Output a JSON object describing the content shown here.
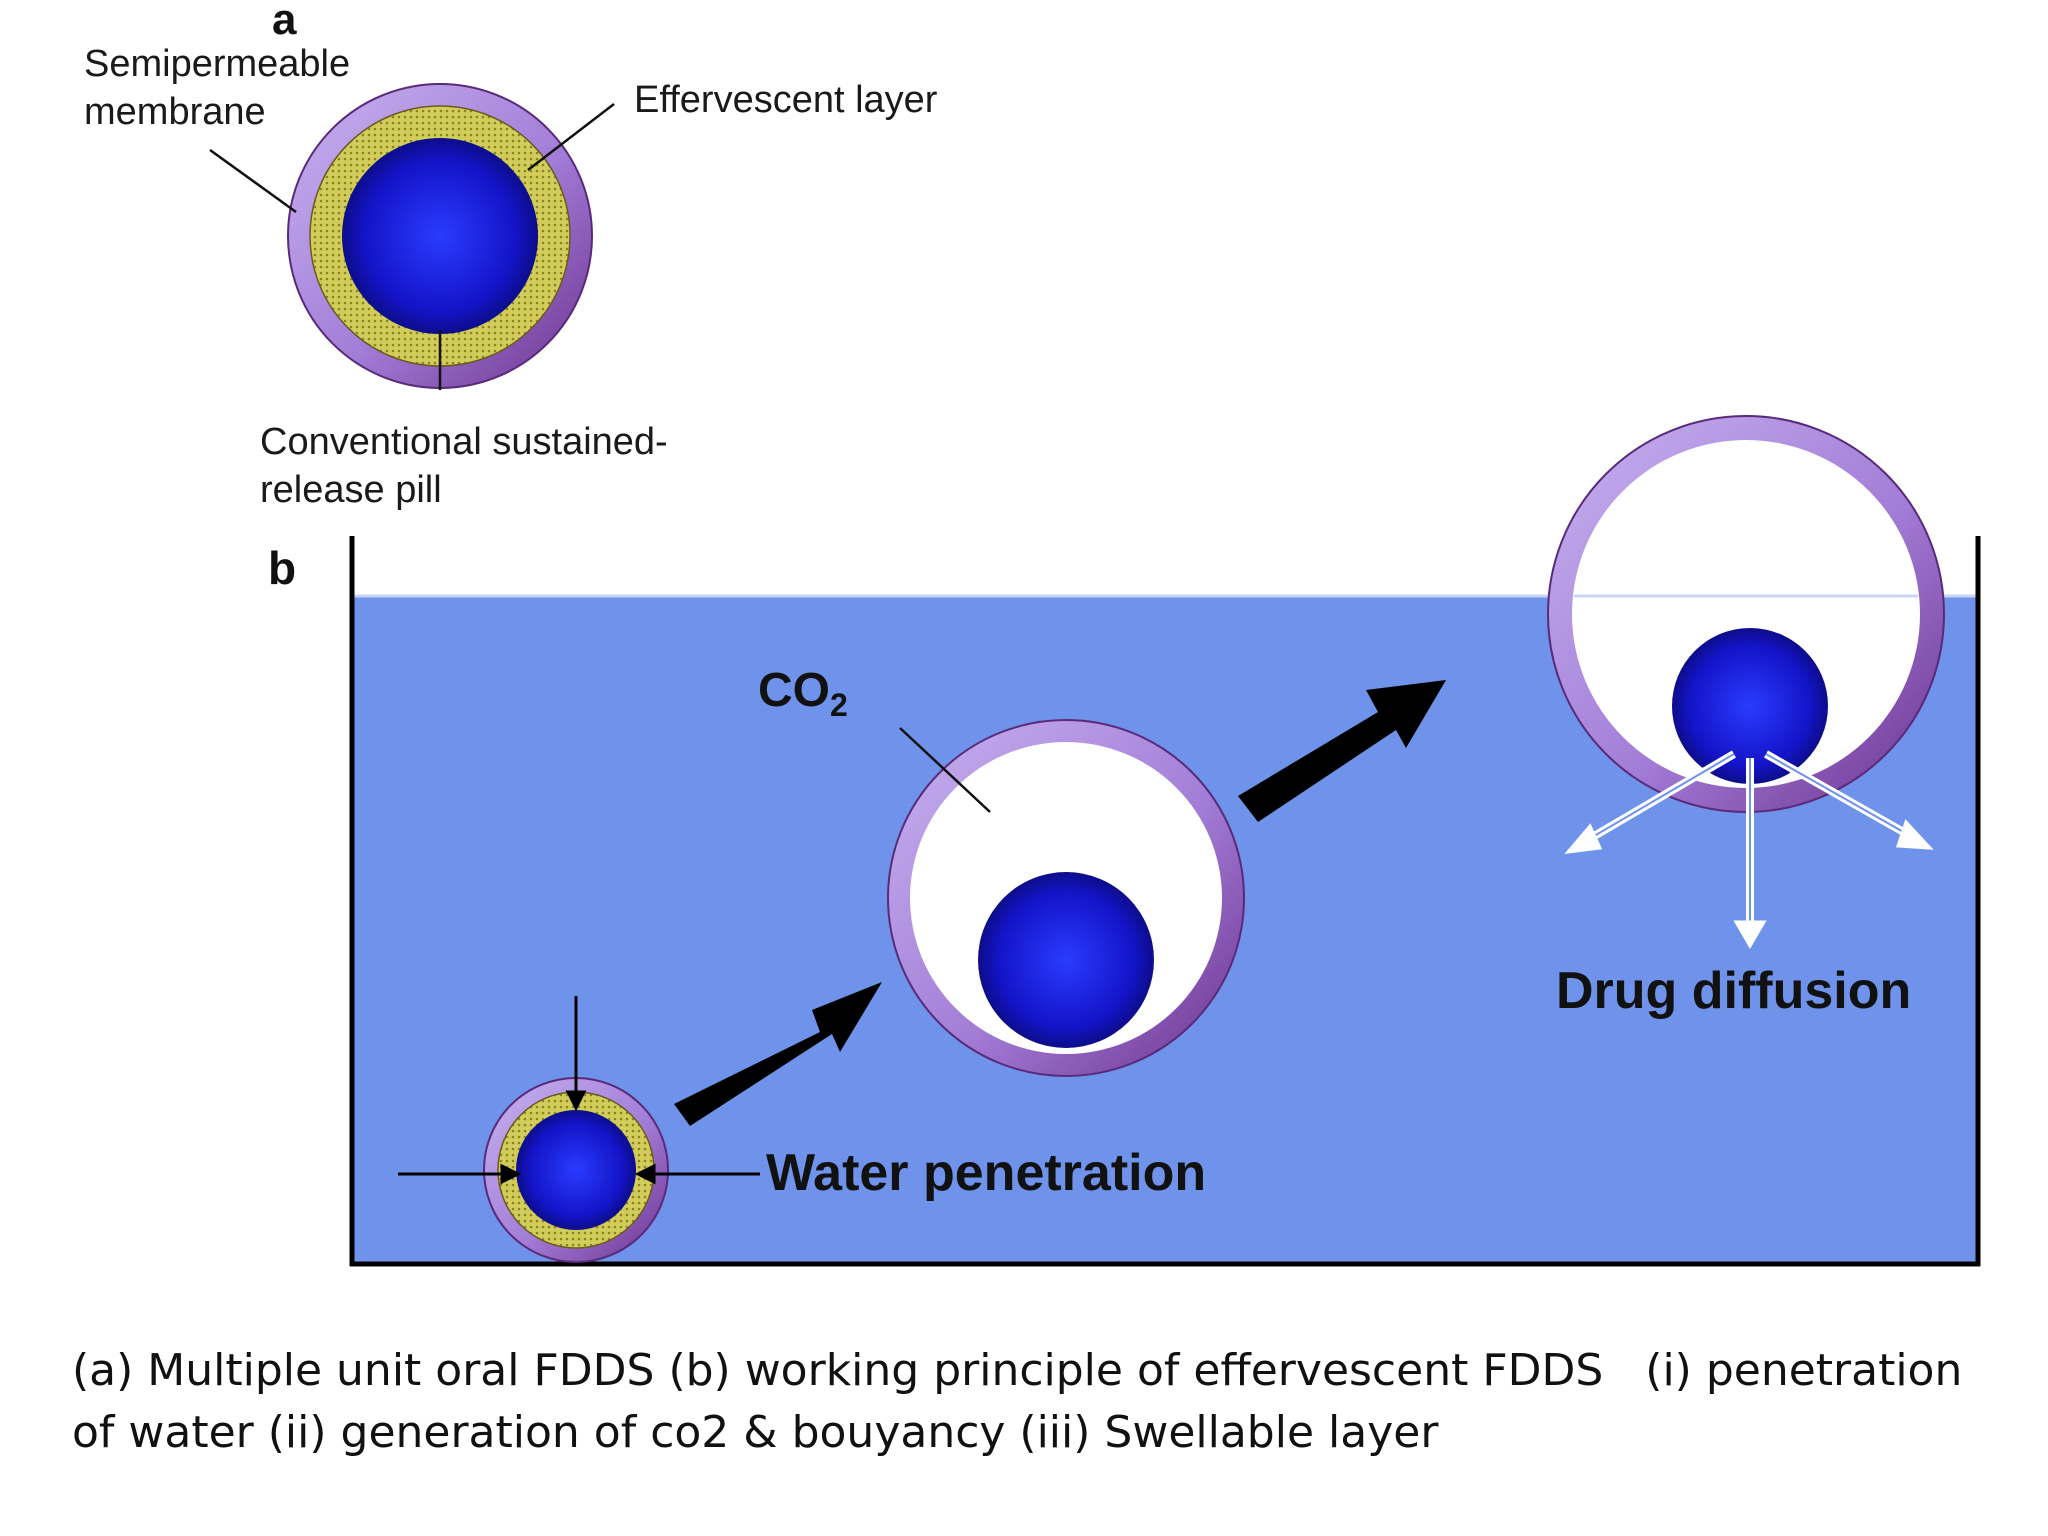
{
  "panels": {
    "a": "a",
    "b": "b"
  },
  "labels": {
    "semipermeable_line1": "Semipermeable",
    "semipermeable_line2": "membrane",
    "effervescent": "Effervescent layer",
    "pill_line1": "Conventional sustained-",
    "pill_line2": "release pill",
    "co2_main": "CO",
    "co2_sub": "2",
    "water": "Water penetration",
    "drug": "Drug diffusion"
  },
  "caption": "(a) Multiple unit oral FDDS (b) working principle of effervescent FDDS   (i) penetration of water (ii) generation of co2 & bouyancy (iii) Swellable layer",
  "colors": {
    "water": "#6f93ea",
    "membrane_light": "#b89ce6",
    "membrane_dark": "#7a3f9b",
    "effervescent": "#c8c24a",
    "pill_core": "#1a1ad6",
    "arrow": "#000000"
  }
}
